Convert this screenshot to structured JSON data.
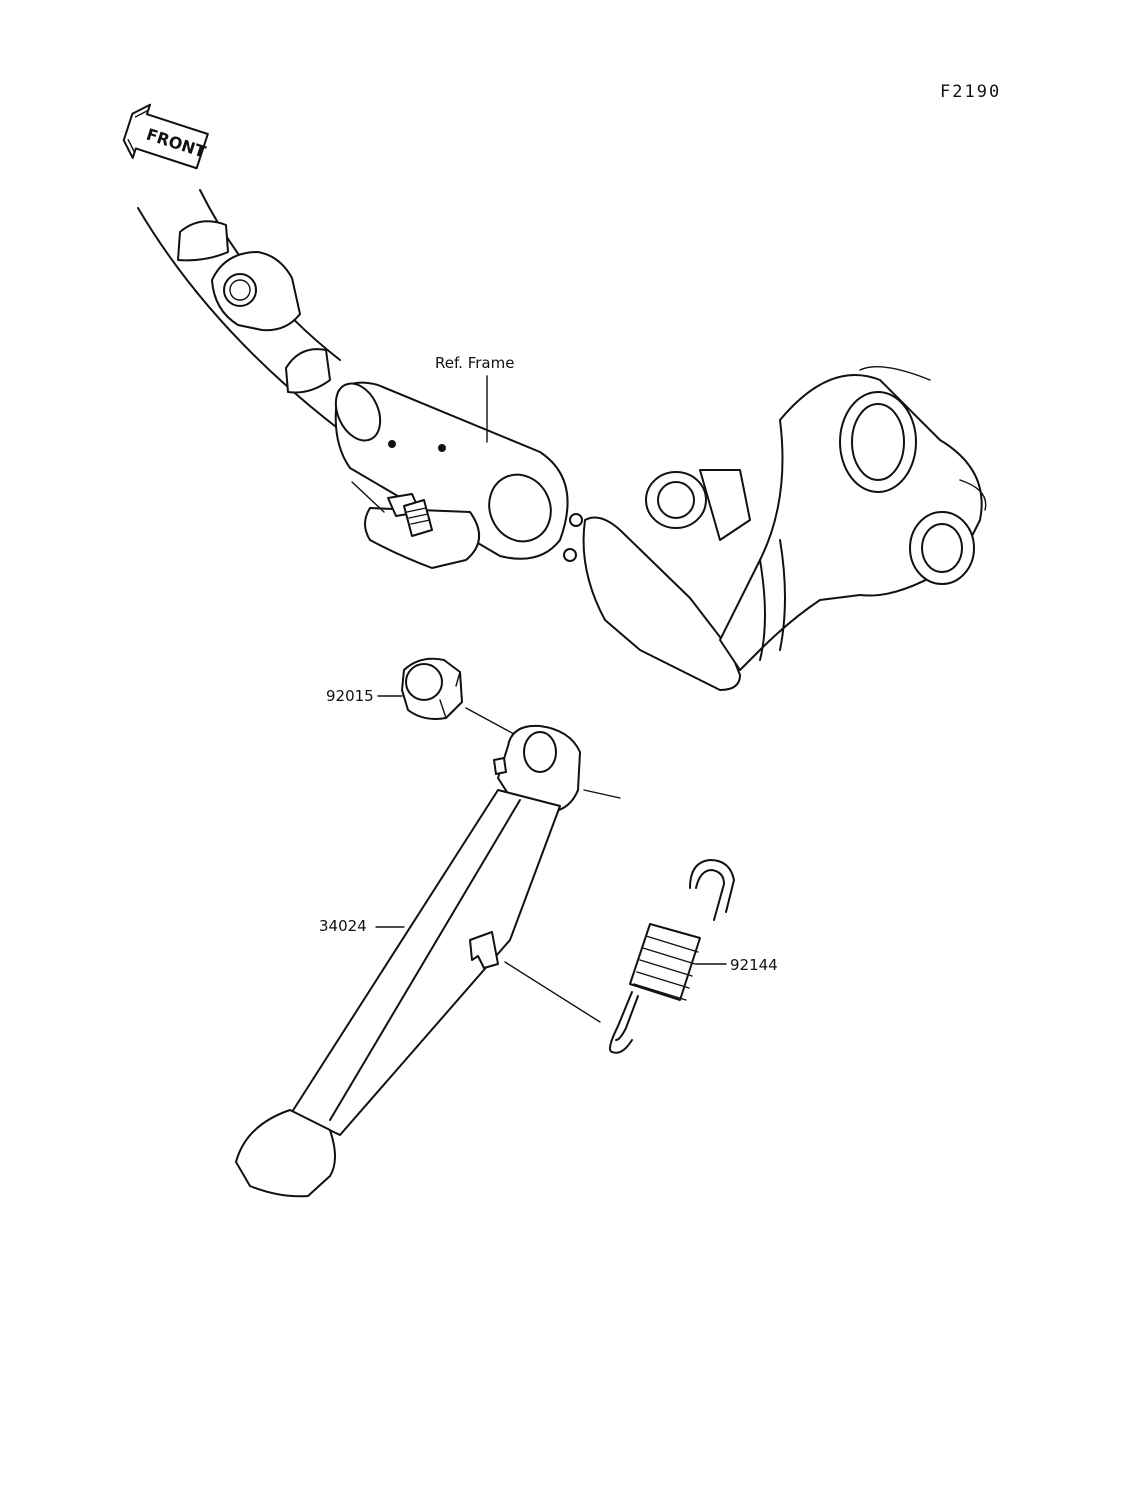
{
  "diagram": {
    "code": "F2190",
    "front_arrow_label": "FRONT",
    "labels": {
      "frame": "Ref. Frame",
      "nut": "92015",
      "stand": "34024",
      "spring": "92144"
    }
  }
}
